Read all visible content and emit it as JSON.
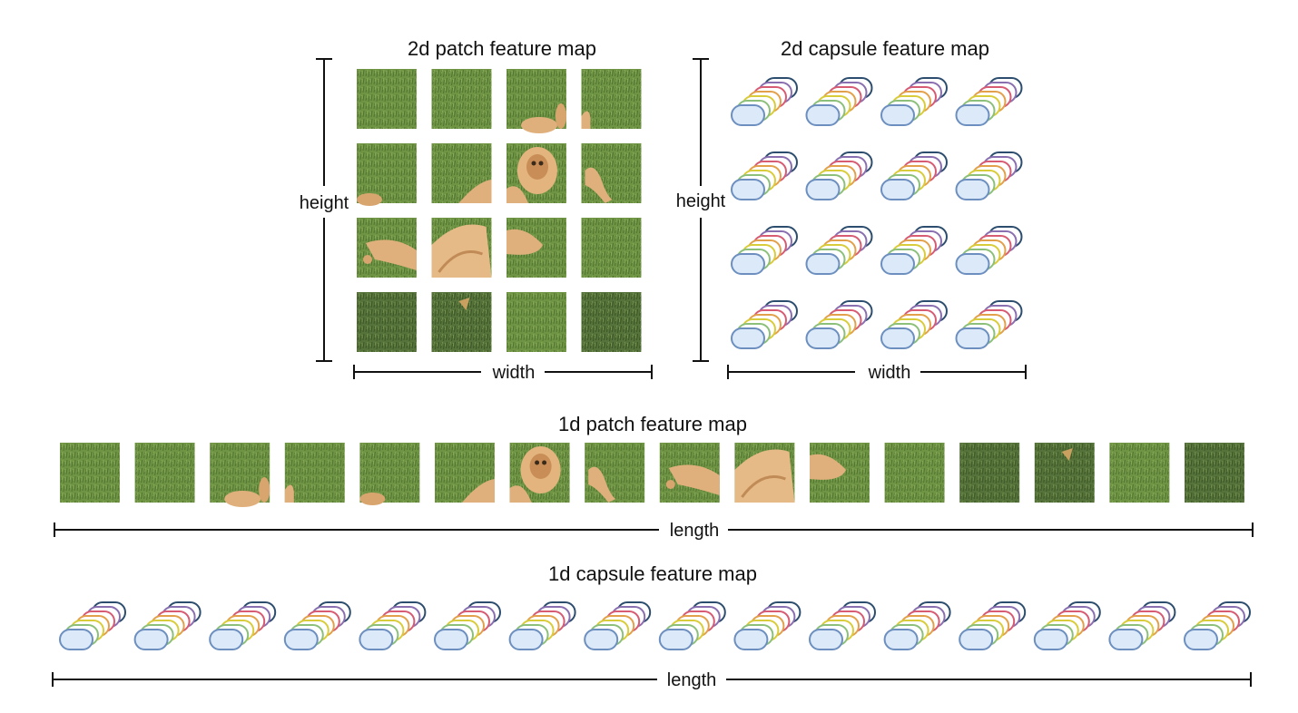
{
  "titles": {
    "patch_2d": "2d patch feature map",
    "capsule_2d": "2d capsule feature map",
    "patch_1d": "1d patch feature map",
    "capsule_1d": "1d capsule feature map"
  },
  "dimensions": {
    "height": "height",
    "width": "width",
    "length": "length"
  },
  "grid": {
    "rows": 4,
    "cols": 4
  },
  "sequence": {
    "count": 16
  },
  "capsule_layer_colors": [
    "#2d4d6e",
    "#8a6fb0",
    "#d65b73",
    "#e3a04a",
    "#d9cc3a",
    "#8cc07a",
    "#6c8fbf"
  ],
  "capsule_front_fill": "#dbe9f8",
  "patch_colors": {
    "grass_light": "#6f9444",
    "grass_dark": "#4a6a2c",
    "dog_fur": "#e0b07c",
    "dog_shadow": "#b9824f"
  }
}
